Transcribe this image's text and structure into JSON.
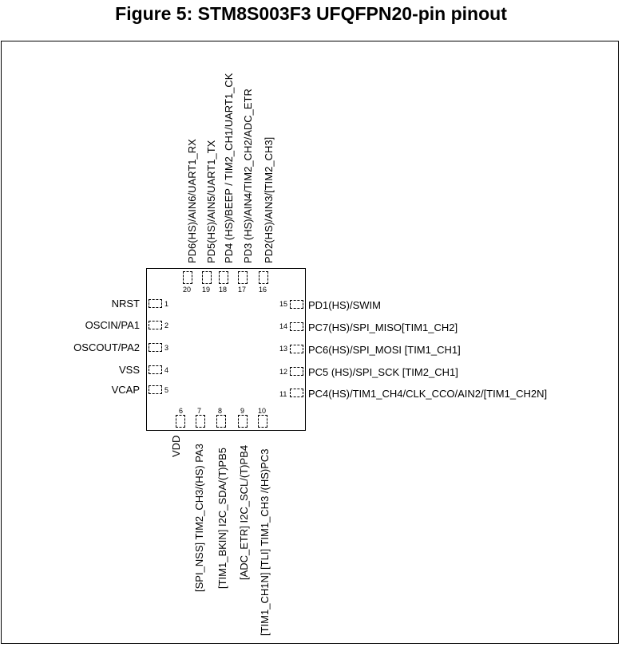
{
  "title": "Figure 5: STM8S003F3 UFQFPN20-pin pinout",
  "top_pins": [
    {
      "num": "20",
      "label": "PD6(HS)/AIN6/UART1_RX"
    },
    {
      "num": "19",
      "label": "PD5(HS)/AIN5/UART1_TX"
    },
    {
      "num": "18",
      "label": "PD4 (HS)/BEEP / TIM2_CH1/UART1_CK"
    },
    {
      "num": "17",
      "label": "PD3 (HS)/AIN4/TIM2_CH2/ADC_ETR"
    },
    {
      "num": "16",
      "label": "PD2(HS)/AIN3/[TIM2_CH3]"
    }
  ],
  "left_pins": [
    {
      "num": "1",
      "label": "NRST"
    },
    {
      "num": "2",
      "label": "OSCIN/PA1"
    },
    {
      "num": "3",
      "label": "OSCOUT/PA2"
    },
    {
      "num": "4",
      "label": "VSS"
    },
    {
      "num": "5",
      "label": "VCAP"
    }
  ],
  "right_pins": [
    {
      "num": "15",
      "label": "PD1(HS)/SWIM"
    },
    {
      "num": "14",
      "label": "PC7(HS)/SPI_MISO[TIM1_CH2]"
    },
    {
      "num": "13",
      "label": "PC6(HS)/SPI_MOSI [TIM1_CH1]"
    },
    {
      "num": "12",
      "label": "PC5 (HS)/SPI_SCK [TIM2_CH1]"
    },
    {
      "num": "11",
      "label": "PC4(HS)/TIM1_CH4/CLK_CCO/AIN2/[TIM1_CH2N]"
    }
  ],
  "bottom_pins": [
    {
      "num": "6",
      "label": "VDD"
    },
    {
      "num": "7",
      "label": "[SPI_NSS] TIM2_CH3/(HS) PA3"
    },
    {
      "num": "8",
      "label": "[TIM1_BKIN] I2C_SDA/(T)PB5"
    },
    {
      "num": "9",
      "label": "[ADC_ETR] I2C_SCL/(T)PB4"
    },
    {
      "num": "10",
      "label": "[TIM1_CH1N] [TLI] TIM1_CH3 /(HS)PC3"
    }
  ]
}
